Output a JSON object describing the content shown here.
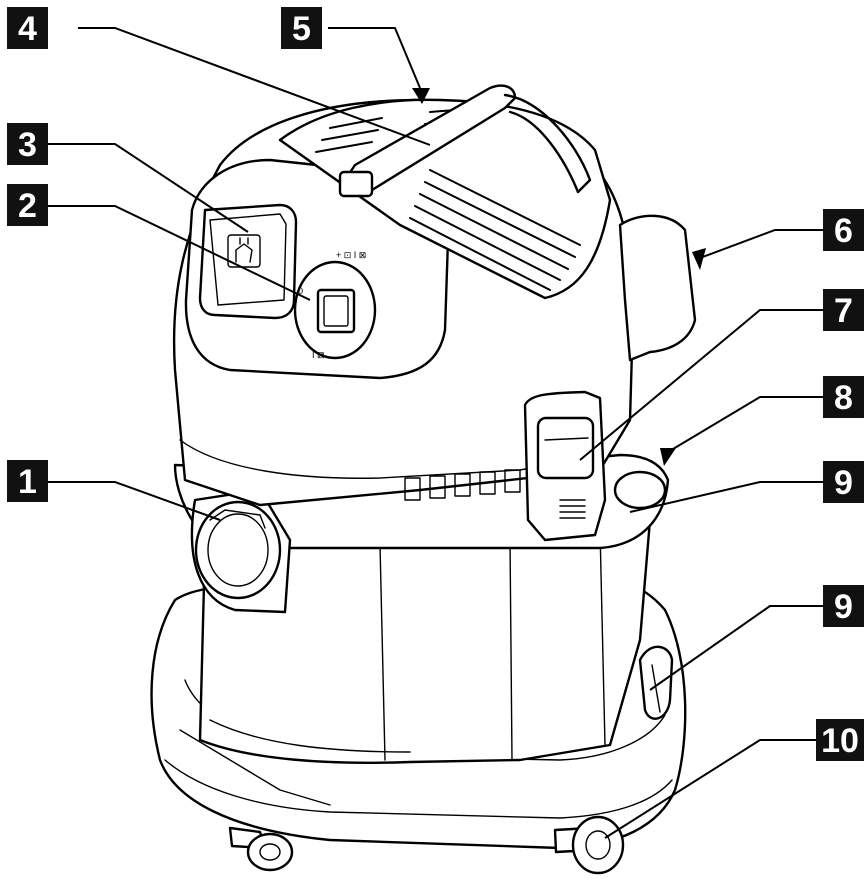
{
  "callouts": [
    {
      "id": "1",
      "label": "1"
    },
    {
      "id": "2",
      "label": "2"
    },
    {
      "id": "3",
      "label": "3"
    },
    {
      "id": "4",
      "label": "4"
    },
    {
      "id": "5",
      "label": "5"
    },
    {
      "id": "6",
      "label": "6"
    },
    {
      "id": "7",
      "label": "7"
    },
    {
      "id": "8",
      "label": "8"
    },
    {
      "id": "9a",
      "label": "9"
    },
    {
      "id": "9b",
      "label": "9"
    },
    {
      "id": "10",
      "label": "10"
    }
  ],
  "switch_markings": {
    "upper": "+ ⊡ I ⊠",
    "lower": "I ⊠",
    "zero": "0"
  },
  "colors": {
    "callout_fill": "#111111",
    "callout_text": "#ffffff",
    "line": "#000000",
    "background": "#ffffff"
  }
}
